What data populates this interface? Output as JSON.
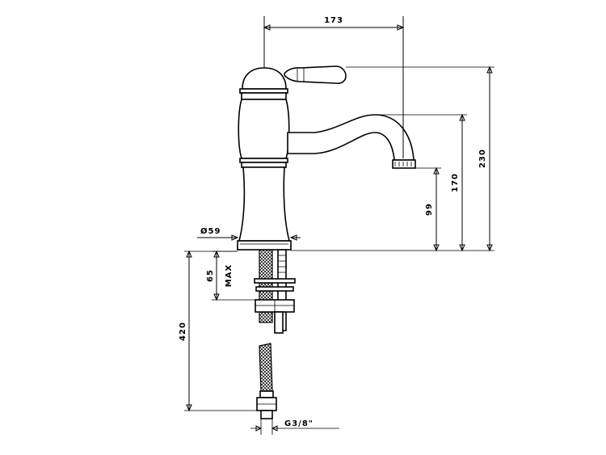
{
  "dimensions": {
    "spout_reach": "173",
    "total_height": "230",
    "spout_height": "170",
    "outlet_height": "99",
    "base_diameter": "Ø59",
    "max_deck": "65",
    "max_deck_suffix": "MAX",
    "hose_length": "420",
    "connection": "G3/8\""
  }
}
